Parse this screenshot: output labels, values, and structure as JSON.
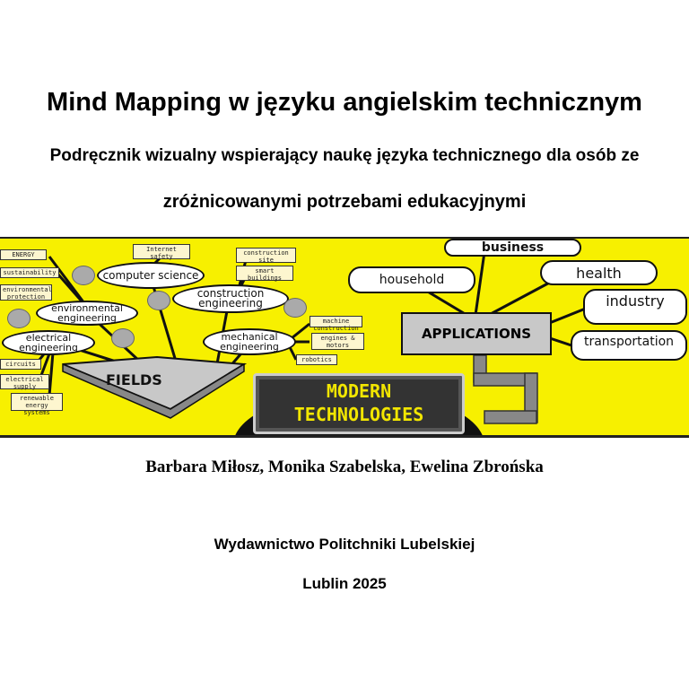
{
  "title": "Mind Mapping w języku angielskim technicznym",
  "subtitle_line1": "Podręcznik wizualny wspierający naukę języka technicznego dla osób ze",
  "subtitle_line2": "zróżnicowanymi potrzebami edukacyjnymi",
  "illustration": {
    "fields_label": "FIELDS",
    "applications_label": "APPLICATIONS",
    "screen_line1": "MODERN",
    "screen_line2": "TECHNOLOGIES",
    "fields": [
      "environmental engineering",
      "electrical engineering",
      "computer science",
      "construction engineering",
      "mechanical engineering"
    ],
    "topics": [
      "ENERGY",
      "sustainability",
      "environmental protection",
      "circuits",
      "electrical supply",
      "renewable energy systems",
      "Internet safety",
      "construction site",
      "smart buildings",
      "machine construction",
      "engines & motors",
      "robotics"
    ],
    "applications": [
      "business",
      "household",
      "health",
      "industry",
      "transportation"
    ]
  },
  "authors": "Barbara Miłosz, Monika Szabelska, Ewelina Zbrońska",
  "publisher": "Wydawnictwo Politchniki Lubelskiej",
  "place_year": "Lublin 2025"
}
